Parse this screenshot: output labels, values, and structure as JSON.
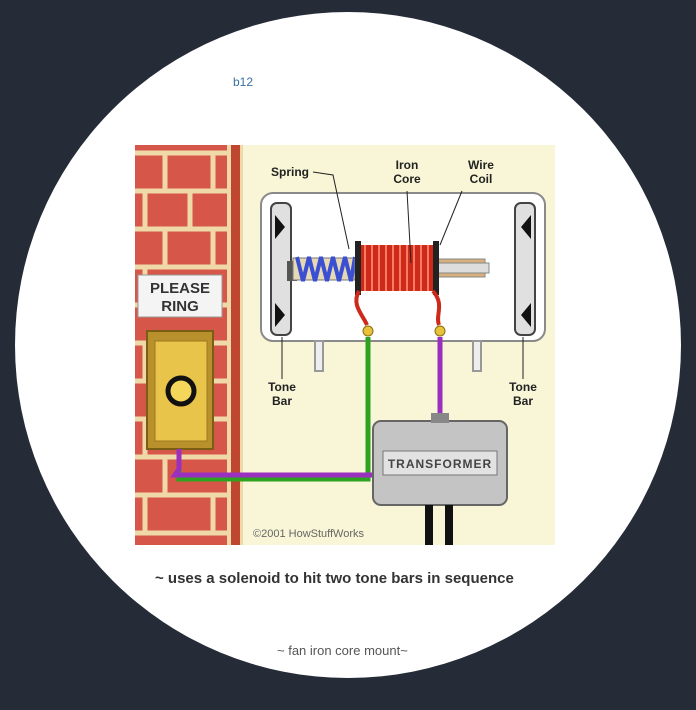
{
  "top_fragment": "b12",
  "labels": {
    "spring": "Spring",
    "iron": "Iron",
    "core": "Core",
    "wire": "Wire",
    "coil": "Coil",
    "tone_left": "Tone",
    "bar_left": "Bar",
    "tone_right": "Tone",
    "bar_right": "Bar",
    "please": "PLEASE",
    "ring": "RING",
    "transformer": "TRANSFORMER",
    "copyright": "©2001 HowStuffWorks"
  },
  "caption": "~ uses a solenoid to hit two tone bars in sequence",
  "bottom_fragment": "~ fan iron core mount~"
}
